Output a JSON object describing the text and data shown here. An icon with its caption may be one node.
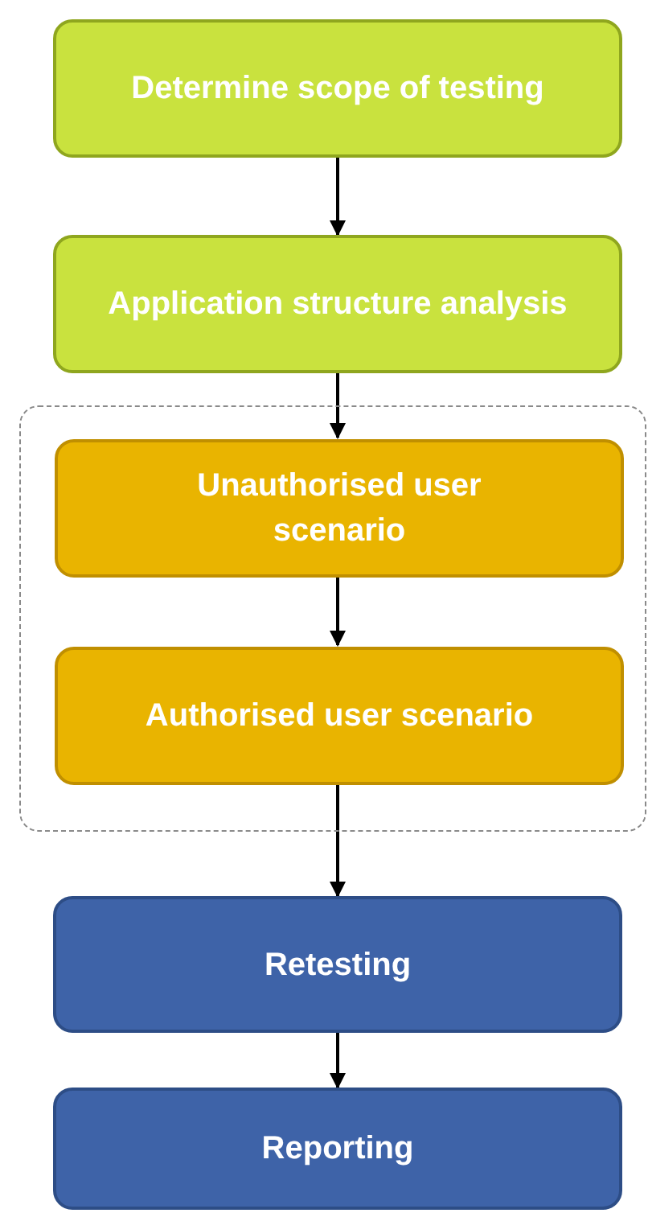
{
  "diagram": {
    "nodes": [
      {
        "text": [
          "Determine scope of testing"
        ]
      },
      {
        "text": [
          "Application structure analysis"
        ]
      },
      {
        "text": [],
        "shape": "box"
      },
      {
        "text": [
          "Unauthorised user scenario"
        ],
        "in": 2
      },
      {
        "text": [
          "Authorised user scenario"
        ],
        "in": 2
      },
      {
        "text": [
          "Retesting"
        ]
      },
      {
        "text": [
          "Reporting"
        ]
      }
    ],
    "edges": [
      {
        "from": 0,
        "to": 1,
        "arrow": "to"
      },
      {
        "from": 1,
        "to": 3,
        "arrow": "to"
      },
      {
        "from": 3,
        "to": 4,
        "arrow": "to"
      },
      {
        "from": 4,
        "to": 5,
        "arrow": "to"
      },
      {
        "from": 5,
        "to": 6,
        "arrow": "to"
      }
    ]
  }
}
